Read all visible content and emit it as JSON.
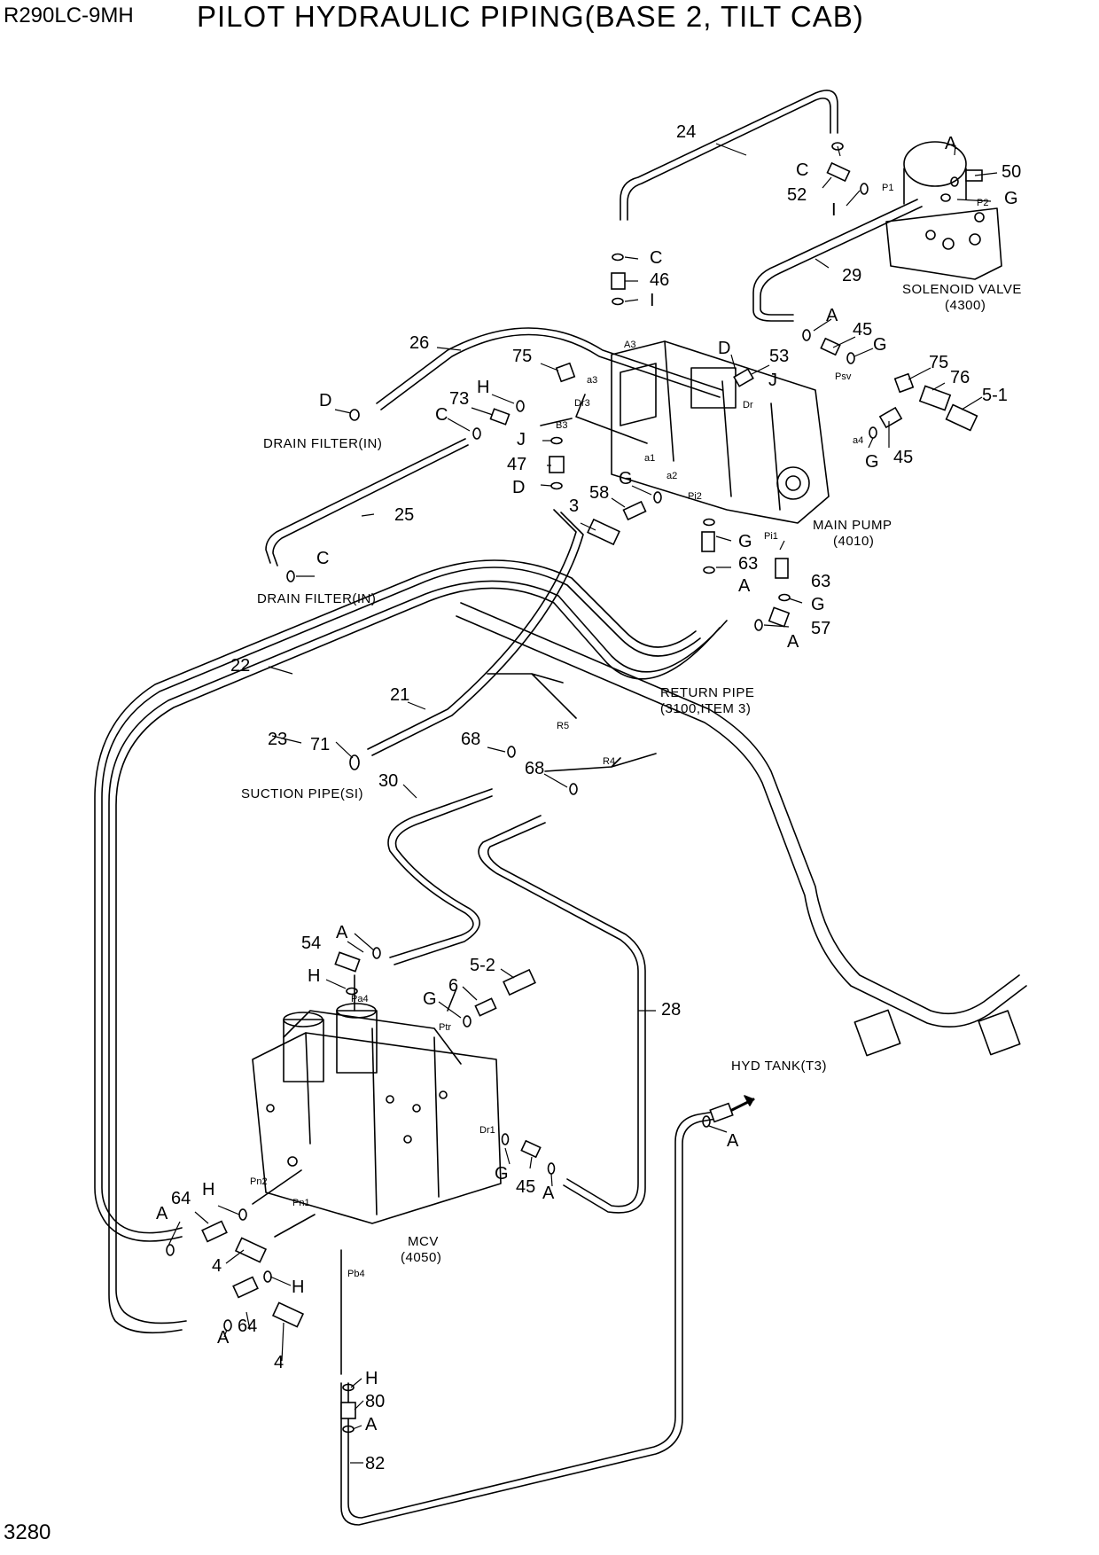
{
  "header": {
    "model": "R290LC-9MH",
    "title": "PILOT HYDRAULIC PIPING(BASE 2, TILT CAB)"
  },
  "footer": {
    "page_number": "3280"
  },
  "components": {
    "solenoid_valve": {
      "name": "SOLENOID VALVE",
      "code": "(4300)"
    },
    "main_pump": {
      "name": "MAIN PUMP",
      "code": "(4010)"
    },
    "return_pipe": {
      "name": "RETURN PIPE",
      "code": "(3100,ITEM 3)"
    },
    "mcv": {
      "name": "MCV",
      "code": "(4050)"
    },
    "hyd_tank": {
      "name": "HYD TANK(T3)"
    },
    "drain_filter_1": "DRAIN FILTER(IN)",
    "drain_filter_2": "DRAIN FILTER(IN)",
    "suction_pipe": "SUCTION PIPE(SI)"
  },
  "callouts": [
    "24",
    "C",
    "52",
    "A",
    "50",
    "G",
    "I",
    "C",
    "46",
    "I",
    "29",
    "A",
    "45",
    "G",
    "26",
    "75",
    "D",
    "53",
    "J",
    "75",
    "76",
    "5-1",
    "D",
    "73",
    "H",
    "C",
    "J",
    "47",
    "D",
    "58",
    "G",
    "45",
    "G",
    "3",
    "G",
    "63",
    "63",
    "A",
    "G",
    "57",
    "A",
    "25",
    "C",
    "22",
    "21",
    "23",
    "71",
    "68",
    "68",
    "30",
    "54",
    "A",
    "5-2",
    "H",
    "6",
    "G",
    "28",
    "A",
    "G",
    "45",
    "A",
    "H",
    "64",
    "A",
    "4",
    "H",
    "64",
    "A",
    "4",
    "H",
    "80",
    "A",
    "82"
  ],
  "port_labels": [
    "P1",
    "P2",
    "A3",
    "a3",
    "Dr3",
    "B3",
    "Dr",
    "Psv",
    "a4",
    "a1",
    "a2",
    "Pi2",
    "Pi1",
    "R5",
    "R4",
    "Pa4",
    "Ptr",
    "Dr1",
    "Pn2",
    "Pn1",
    "Pb4"
  ]
}
